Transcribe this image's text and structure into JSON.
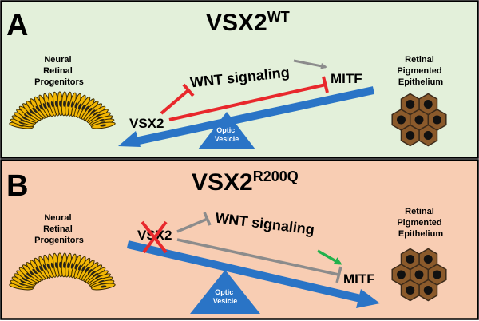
{
  "panelA": {
    "letter": "A",
    "title_main": "VSX2",
    "title_sup": "WT",
    "background": "#e3f0da",
    "left_label": [
      "Neural",
      "Retinal",
      "Progenitors"
    ],
    "right_label": [
      "Retinal",
      "Pigmented",
      "Epithelium"
    ],
    "vsx2": "VSX2",
    "wnt": "WNT signaling",
    "mitf": "MITF",
    "fulcrum": [
      "Optic",
      "Vesicle"
    ]
  },
  "panelB": {
    "letter": "B",
    "title_main": "VSX2",
    "title_sup": "R200Q",
    "background": "#f8cdb3",
    "left_label": [
      "Neural",
      "Retinal",
      "Progenitors"
    ],
    "right_label": [
      "Retinal",
      "Pigmented",
      "Epithelium"
    ],
    "vsx2": "VSX2",
    "wnt": "WNT signaling",
    "mitf": "MITF",
    "fulcrum": [
      "Optic",
      "Vesicle"
    ]
  },
  "colors": {
    "lever": "#2a74c6",
    "repress_active": "#e8282c",
    "repress_inactive": "#8c8c8c",
    "activate_gray": "#8c8c8c",
    "activate_green": "#22b14c",
    "cross": "#e8282c",
    "rpe_fill": "#8b5a2b",
    "rpe_edge": "#3b2a1a",
    "nrp_fill": "#f2b705"
  }
}
